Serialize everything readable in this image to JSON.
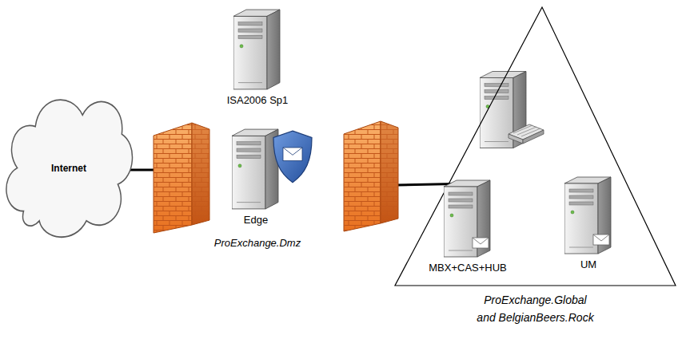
{
  "diagram": {
    "nodes": [
      {
        "text": [
          "Internet"
        ]
      },
      {
        "text": [
          "ISA2006 Sp1"
        ]
      },
      {
        "text": [
          "Edge"
        ]
      },
      {
        "text": [
          "ProExchange.Global and BelgianBeers.Rock"
        ]
      },
      {
        "text": [
          "MBX+CAS+HUB"
        ],
        "in": 3
      },
      {
        "text": [
          "UM"
        ],
        "in": 3
      }
    ],
    "labels": [
      "ProExchange.Dmz"
    ]
  }
}
